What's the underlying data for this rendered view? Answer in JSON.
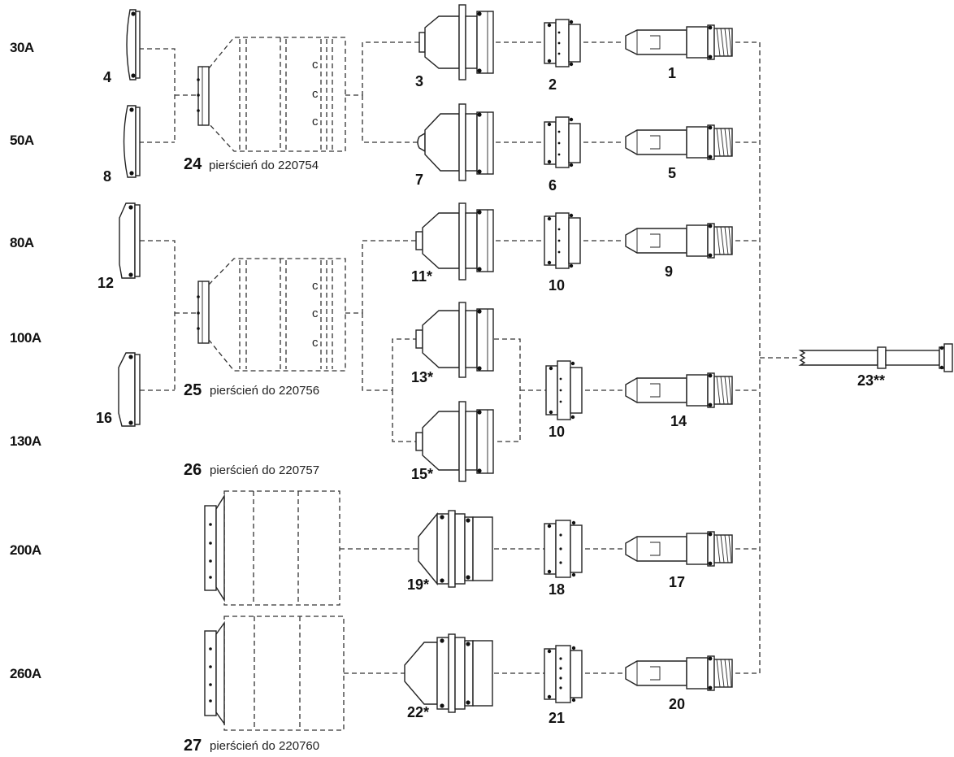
{
  "amperages": [
    "30A",
    "50A",
    "80A",
    "100A",
    "130A",
    "200A",
    "260A"
  ],
  "parts": {
    "p1": "1",
    "p2": "2",
    "p3": "3",
    "p4": "4",
    "p5": "5",
    "p6": "6",
    "p7": "7",
    "p8": "8",
    "p9": "9",
    "p10a": "10",
    "p10b": "10",
    "p11": "11*",
    "p12": "12",
    "p13": "13*",
    "p14": "14",
    "p15": "15*",
    "p16": "16",
    "p17": "17",
    "p18": "18",
    "p19": "19*",
    "p20": "20",
    "p21": "21",
    "p22": "22*",
    "p23": "23**",
    "p24": "24",
    "p25": "25",
    "p26": "26",
    "p27": "27"
  },
  "ring_captions": {
    "c24": "pierścień do 220754",
    "c25": "pierścień do 220756",
    "c26": "pierścień do 220757",
    "c27": "pierścień do 220760"
  }
}
